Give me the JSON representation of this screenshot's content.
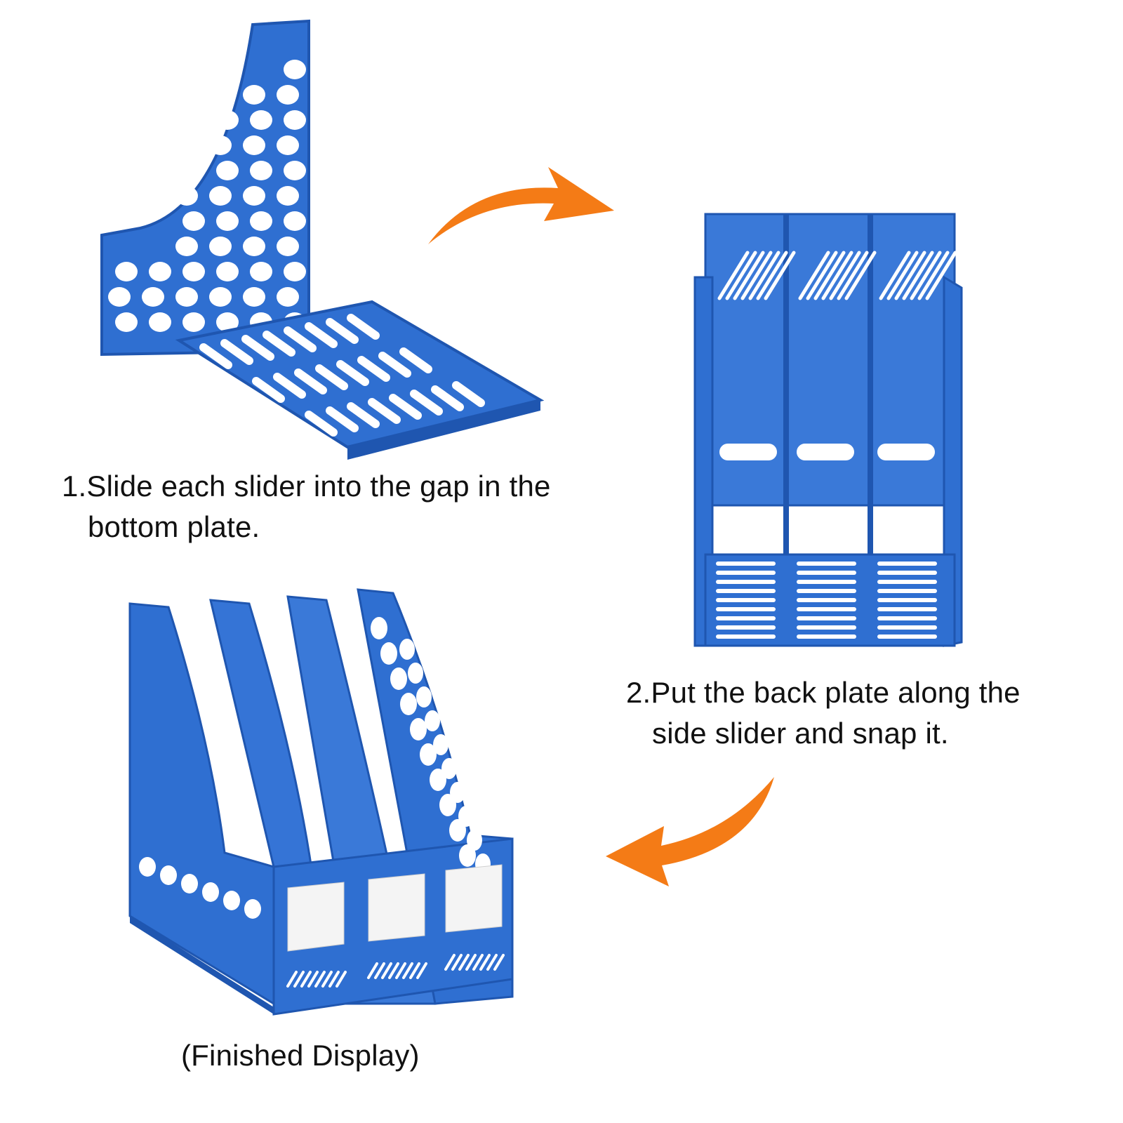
{
  "steps": [
    {
      "line1": "1.Slide each slider into the gap in the",
      "line2": "bottom plate."
    },
    {
      "line1": "2.Put the back plate along the",
      "line2": "side slider and snap it."
    }
  ],
  "finished_label": "(Finished Display)",
  "colors": {
    "plastic_blue": "#2f6fd1",
    "plastic_blue_dark": "#1f56b0",
    "plastic_blue_light": "#4a86e0",
    "arrow_orange": "#f47b16",
    "background": "#ffffff",
    "text": "#111111"
  },
  "icons": {
    "arrow_1": "curved-arrow-right-icon",
    "arrow_2": "curved-arrow-left-icon"
  }
}
